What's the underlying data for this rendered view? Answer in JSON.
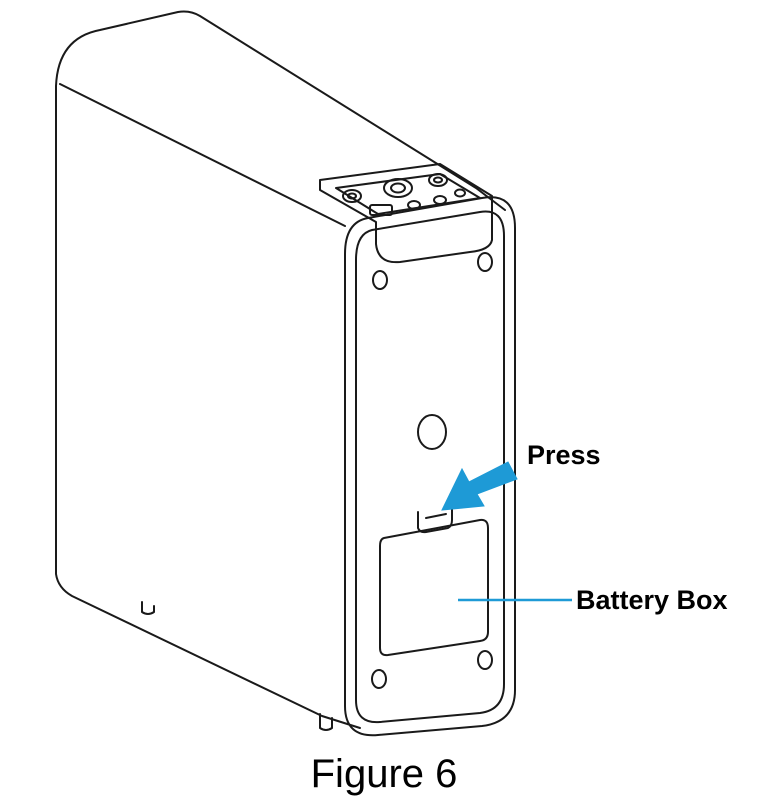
{
  "diagram": {
    "labels": {
      "press": "Press",
      "battery_box": "Battery Box"
    },
    "caption": "Figure 6",
    "colors": {
      "line": "#1a1a1a",
      "arrow": "#1e9ad6",
      "leader": "#1e9ad6",
      "background": "#ffffff"
    }
  }
}
